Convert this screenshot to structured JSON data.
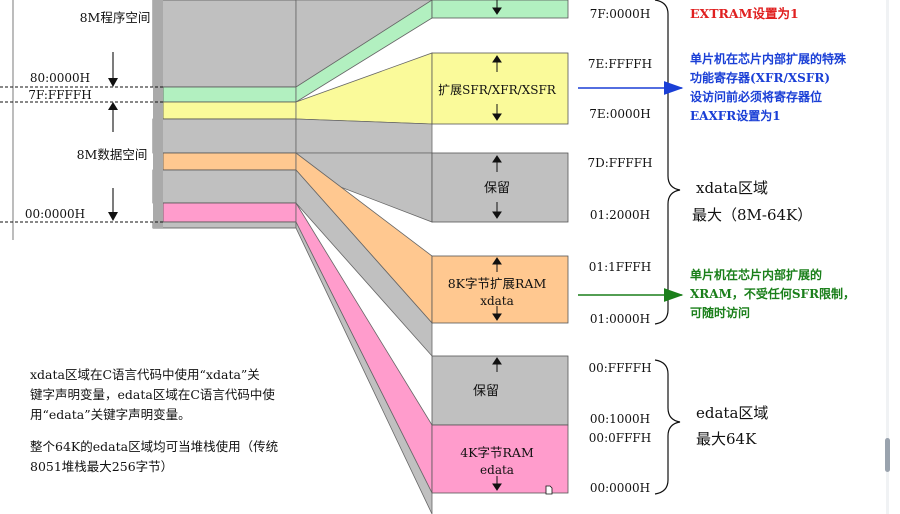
{
  "memory_map": {
    "left_labels": {
      "prog_space": "8M程序空间",
      "addr_800000": "80:0000H",
      "addr_7fffff": "7F:FFFFH",
      "data_space": "8M数据空间",
      "addr_000000": "00:0000H"
    },
    "blocks": {
      "sfr": "扩展SFR/XFR/XSFR",
      "reserved_upper": "保留",
      "xram_line1": "8K字节扩展RAM",
      "xram_line2": "xdata",
      "reserved_lower": "保留",
      "eram_line1": "4K字节RAM",
      "eram_line2": "edata"
    },
    "addresses": {
      "a_7f0000": "7F:0000H",
      "a_7effff": "7E:FFFFH",
      "a_7e0000": "7E:0000H",
      "a_7dffff": "7D:FFFFH",
      "a_012000": "01:2000H",
      "a_011fff": "01:1FFFH",
      "a_010000": "01:0000H",
      "a_00ffff": "00:FFFFH",
      "a_001000": "00:1000H",
      "a_000fff": "00:0FFFH",
      "a_000000": "00:0000H"
    },
    "regions": {
      "xdata_title": "xdata区域",
      "xdata_size": "最大（8M-64K）",
      "edata_title": "edata区域",
      "edata_size": "最大64K"
    }
  },
  "annotations": {
    "top_red": "EXTRAM设置为1",
    "sfr_note": [
      "单片机在芯片内部扩展的特殊",
      "功能寄存器(XFR/XSFR)",
      "设访问前必须将寄存器位",
      "EAXFR设置为1"
    ],
    "xram_note": [
      "单片机在芯片内部扩展的",
      "XRAM，不受任何SFR限制，",
      "可随时访问"
    ],
    "usage_note": [
      "xdata区域在C语言代码中使用“xdata”关",
      "键字声明变量，edata区域在C语言代码中使",
      "用“edata”关键字声明变量。"
    ],
    "stack_note": [
      "整个64K的edata区域均可当堆栈使用（传统",
      "8051堆栈最大256字节）"
    ]
  },
  "colors": {
    "grey": "#c0c0c0",
    "green": "#b2f0c0",
    "yellow": "#fafa9a",
    "orange": "#ffc890",
    "pink": "#ff9ccc",
    "blue": "#1a3fd6",
    "red": "#e02020",
    "dark_green": "#1a7f1a"
  }
}
